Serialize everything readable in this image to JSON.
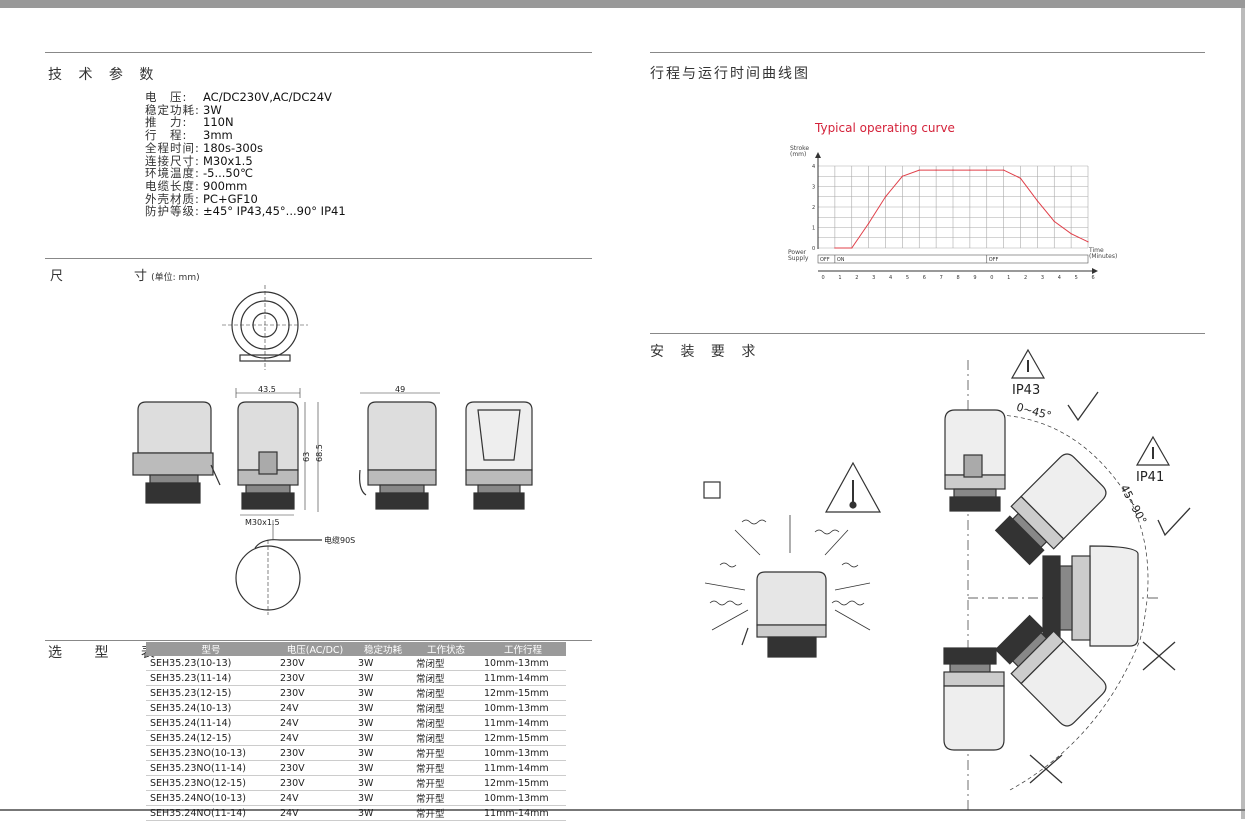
{
  "left": {
    "tech_title": "技 术 参 数",
    "specs": [
      {
        "k": "电　压:",
        "v": "AC/DC230V,AC/DC24V"
      },
      {
        "k": "稳定功耗:",
        "v": "3W"
      },
      {
        "k": "推　力:",
        "v": "110N"
      },
      {
        "k": "行　程:",
        "v": "3mm"
      },
      {
        "k": "全程时间:",
        "v": "180s-300s"
      },
      {
        "k": "连接尺寸:",
        "v": "M30x1.5"
      },
      {
        "k": "环境温度:",
        "v": "-5...50℃"
      },
      {
        "k": "电缆长度:",
        "v": "900mm"
      },
      {
        "k": "外壳材质:",
        "v": "PC+GF10"
      },
      {
        "k": "防护等级:",
        "v": "±45° IP43,45°...90° IP41"
      }
    ],
    "dim_title": "尺",
    "dim_title2": "寸",
    "dim_unit": "(单位: mm)",
    "dim_labels": {
      "w1": "43.5",
      "w2": "49",
      "h1": "63",
      "h2": "68.5",
      "thread": "M30x1.5",
      "cable": "电缆90S"
    },
    "select_title": "选 型 表",
    "table": {
      "headers": [
        "型号",
        "电压(AC/DC)",
        "稳定功耗",
        "工作状态",
        "工作行程"
      ],
      "rows": [
        [
          "SEH35.23(10-13)",
          "230V",
          "3W",
          "常闭型",
          "10mm-13mm"
        ],
        [
          "SEH35.23(11-14)",
          "230V",
          "3W",
          "常闭型",
          "11mm-14mm"
        ],
        [
          "SEH35.23(12-15)",
          "230V",
          "3W",
          "常闭型",
          "12mm-15mm"
        ],
        [
          "SEH35.24(10-13)",
          "24V",
          "3W",
          "常闭型",
          "10mm-13mm"
        ],
        [
          "SEH35.24(11-14)",
          "24V",
          "3W",
          "常闭型",
          "11mm-14mm"
        ],
        [
          "SEH35.24(12-15)",
          "24V",
          "3W",
          "常闭型",
          "12mm-15mm"
        ],
        [
          "SEH35.23NO(10-13)",
          "230V",
          "3W",
          "常开型",
          "10mm-13mm"
        ],
        [
          "SEH35.23NO(11-14)",
          "230V",
          "3W",
          "常开型",
          "11mm-14mm"
        ],
        [
          "SEH35.23NO(12-15)",
          "230V",
          "3W",
          "常开型",
          "12mm-15mm"
        ],
        [
          "SEH35.24NO(10-13)",
          "24V",
          "3W",
          "常开型",
          "10mm-13mm"
        ],
        [
          "SEH35.24NO(11-14)",
          "24V",
          "3W",
          "常开型",
          "11mm-14mm"
        ]
      ]
    }
  },
  "right": {
    "curve_section_title": "行程与运行时间曲线图",
    "install_title": "安 装 要 求",
    "ip43": "IP43",
    "ip41": "IP41",
    "angle1": "0~45°",
    "angle2": "45~90°"
  },
  "chart_data": {
    "type": "line",
    "title": "Typical operating curve",
    "ylabel": "Stroke (mm)",
    "xlabel": "Time (Minutes)",
    "ylim": [
      0,
      4
    ],
    "y_ticks": [
      0,
      1,
      2,
      3,
      4
    ],
    "x_ticks": [
      "0",
      "1",
      "2",
      "3",
      "4",
      "5",
      "6",
      "7",
      "8",
      "9",
      "0",
      "1",
      "2",
      "3",
      "4",
      "5",
      "6"
    ],
    "power_supply": [
      "OFF",
      "ON",
      "OFF"
    ],
    "power_label": "Power Supply",
    "series": [
      {
        "x": [
          0,
          1,
          2,
          3,
          4,
          5,
          6,
          7,
          8,
          9,
          10,
          11,
          12,
          13,
          14,
          15
        ],
        "values": [
          0,
          0,
          1.2,
          2.5,
          3.5,
          3.8,
          3.8,
          3.8,
          3.8,
          3.8,
          3.8,
          3.4,
          2.3,
          1.3,
          0.7,
          0.3
        ]
      }
    ],
    "grid": true,
    "color": "#e0404a"
  }
}
